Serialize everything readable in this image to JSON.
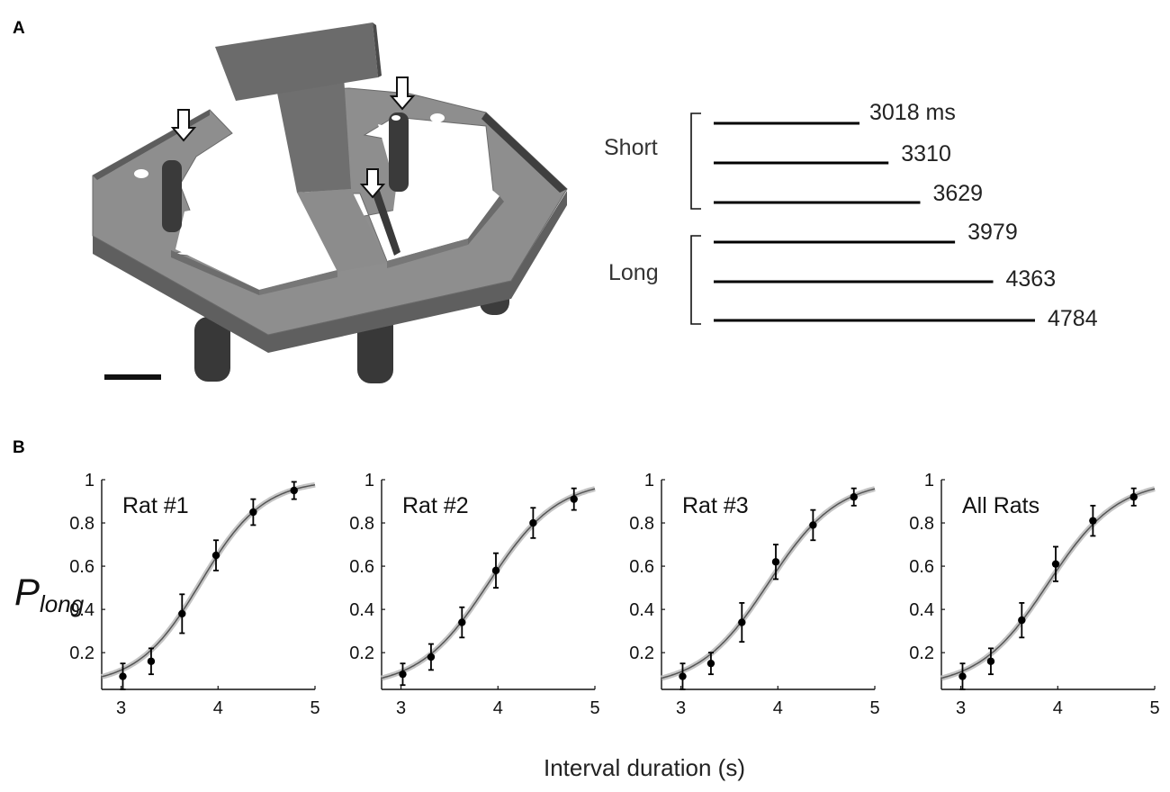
{
  "panels": {
    "a_label": "A",
    "b_label": "B"
  },
  "intervals": {
    "groups": [
      {
        "name": "Short",
        "durations": [
          "3018 ms",
          "3310",
          "3629"
        ]
      },
      {
        "name": "Long",
        "durations": [
          "3979",
          "4363",
          "4784"
        ]
      }
    ],
    "values_ms": [
      3018,
      3310,
      3629,
      3979,
      4363,
      4784
    ]
  },
  "chart_data": [
    {
      "type": "scatter",
      "title": "Rat #1",
      "xlabel": "Interval duration (s)",
      "ylabel": "P",
      "ylabel_sub": "long",
      "xlim": [
        2.8,
        5
      ],
      "ylim": [
        0.03,
        1
      ],
      "xticks": [
        3,
        4,
        5
      ],
      "yticks": [
        0.2,
        0.4,
        0.6,
        0.8,
        1
      ],
      "x": [
        3.018,
        3.31,
        3.629,
        3.979,
        4.363,
        4.784
      ],
      "y": [
        0.09,
        0.16,
        0.38,
        0.65,
        0.85,
        0.95
      ],
      "err": [
        0.06,
        0.06,
        0.09,
        0.07,
        0.06,
        0.04
      ],
      "fit": {
        "mid": 3.82,
        "slope": 3.1,
        "lower": 0.05,
        "upper": 1.0
      }
    },
    {
      "type": "scatter",
      "title": "Rat #2",
      "xlim": [
        2.8,
        5
      ],
      "ylim": [
        0.03,
        1
      ],
      "xticks": [
        3,
        4,
        5
      ],
      "yticks": [
        0.2,
        0.4,
        0.6,
        0.8,
        1
      ],
      "x": [
        3.018,
        3.31,
        3.629,
        3.979,
        4.363,
        4.784
      ],
      "y": [
        0.1,
        0.18,
        0.34,
        0.58,
        0.8,
        0.91
      ],
      "err": [
        0.05,
        0.06,
        0.07,
        0.08,
        0.07,
        0.05
      ],
      "fit": {
        "mid": 3.9,
        "slope": 2.8,
        "lower": 0.04,
        "upper": 1.0
      }
    },
    {
      "type": "scatter",
      "title": "Rat #3",
      "xlim": [
        2.8,
        5
      ],
      "ylim": [
        0.03,
        1
      ],
      "xticks": [
        3,
        4,
        5
      ],
      "yticks": [
        0.2,
        0.4,
        0.6,
        0.8,
        1
      ],
      "x": [
        3.018,
        3.31,
        3.629,
        3.979,
        4.363,
        4.784
      ],
      "y": [
        0.09,
        0.15,
        0.34,
        0.62,
        0.79,
        0.92
      ],
      "err": [
        0.06,
        0.05,
        0.09,
        0.08,
        0.07,
        0.04
      ],
      "fit": {
        "mid": 3.9,
        "slope": 2.8,
        "lower": 0.04,
        "upper": 1.0
      }
    },
    {
      "type": "scatter",
      "title": "All Rats",
      "xlim": [
        2.8,
        5
      ],
      "ylim": [
        0.03,
        1
      ],
      "xticks": [
        3,
        4,
        5
      ],
      "yticks": [
        0.2,
        0.4,
        0.6,
        0.8,
        1
      ],
      "x": [
        3.018,
        3.31,
        3.629,
        3.979,
        4.363,
        4.784
      ],
      "y": [
        0.09,
        0.16,
        0.35,
        0.61,
        0.81,
        0.92
      ],
      "err": [
        0.06,
        0.06,
        0.08,
        0.08,
        0.07,
        0.04
      ],
      "fit": {
        "mid": 3.9,
        "slope": 2.8,
        "lower": 0.04,
        "upper": 1.0
      }
    }
  ],
  "colors": {
    "apparatus_top": "#8e8e8e",
    "apparatus_side": "#5f5f5f",
    "curve": "#555555",
    "curve_halo": "#c4c4c4",
    "points": "#000000"
  }
}
